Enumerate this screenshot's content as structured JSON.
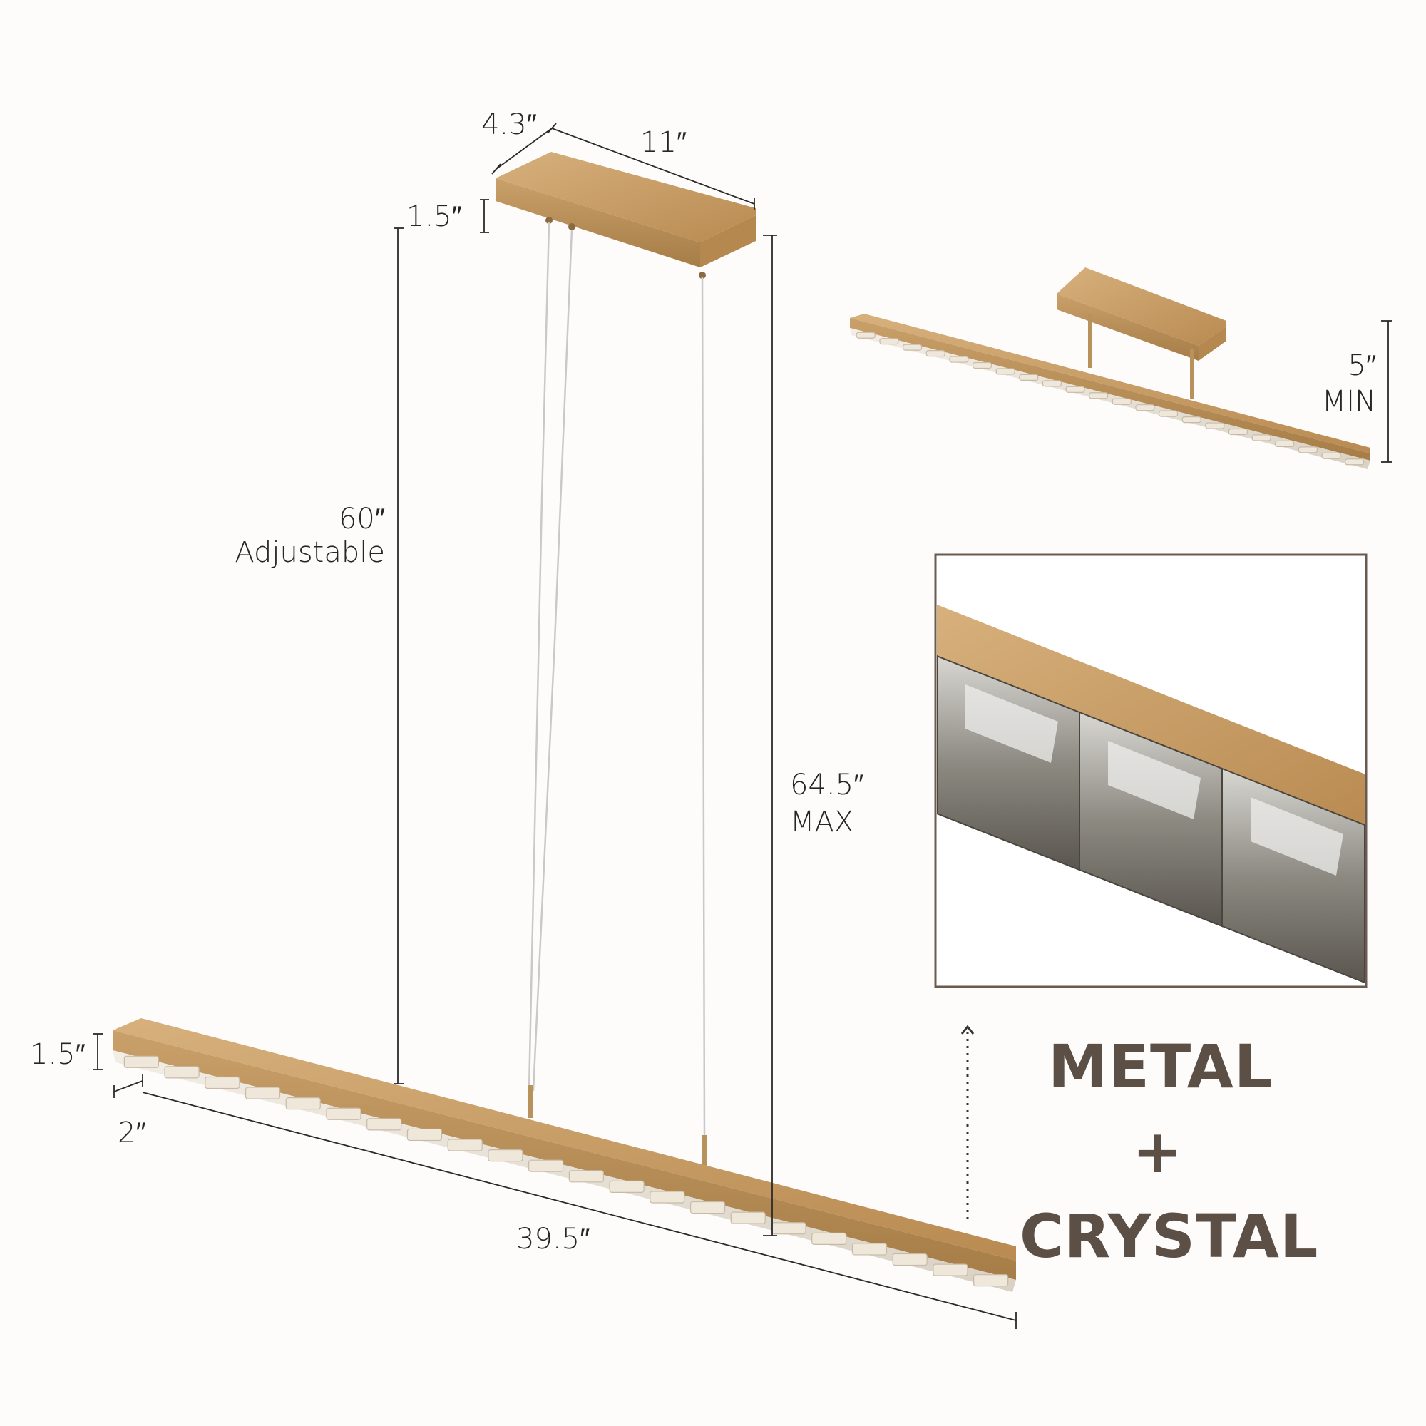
{
  "dimensions": {
    "canopy_depth": "4.3″",
    "canopy_length": "11″",
    "canopy_height": "1.5″",
    "cable_length": "60″",
    "cable_note": "Adjustable",
    "overall_height": "64.5″",
    "overall_note": "MAX",
    "min_height": "5″",
    "min_note": "MIN",
    "bar_height": "1.5″",
    "bar_depth": "2″",
    "bar_length": "39.5″"
  },
  "material": {
    "line1": "METAL",
    "line2": "+",
    "line3": "CRYSTAL"
  },
  "colors": {
    "brass": "#c59a63",
    "text_dark": "#262626",
    "material_text": "#5c4f45",
    "detail_frame": "#6b5a50"
  }
}
